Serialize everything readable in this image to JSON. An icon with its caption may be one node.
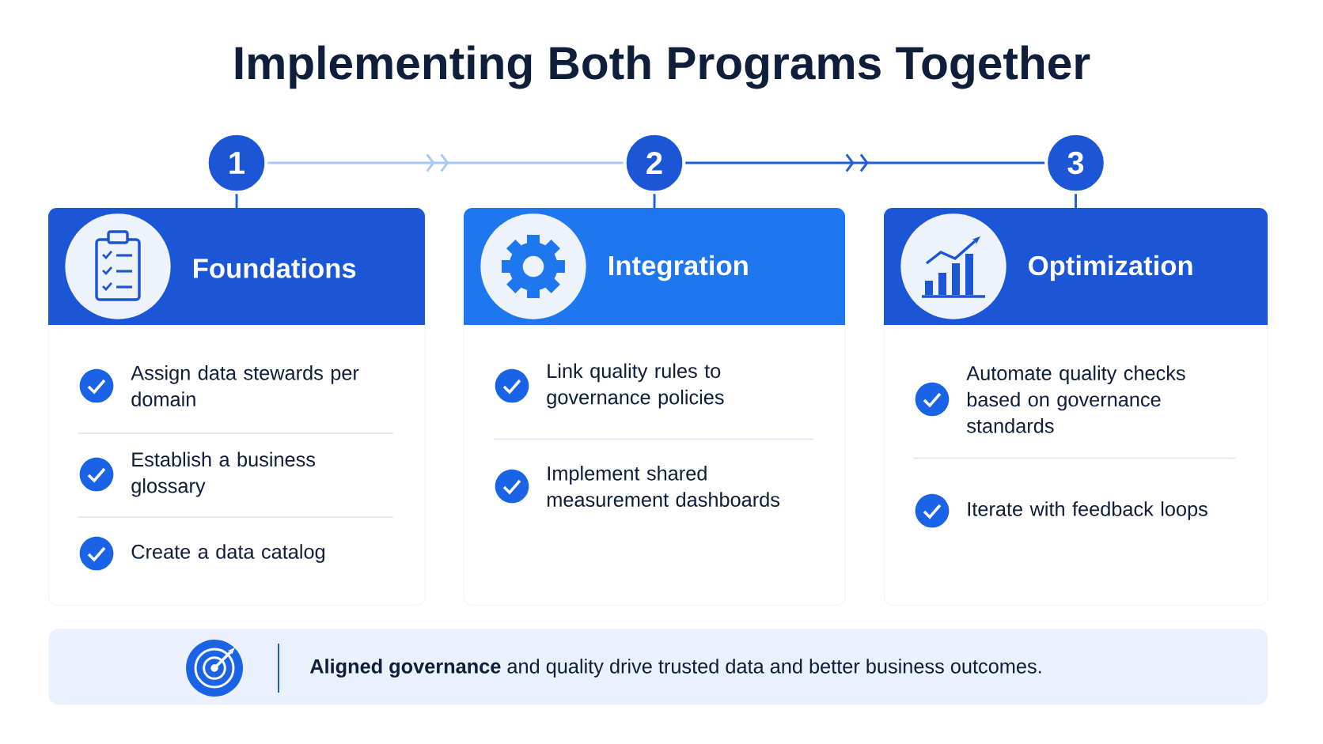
{
  "diagram": {
    "title": "Implementing Both Programs Together",
    "nodes": [
      {
        "text": [
          "1"
        ]
      },
      {
        "text": [
          "Foundations",
          "Assign data stewards per domain",
          "Establish a business glossary",
          "Create a data catalog"
        ]
      },
      {
        "text": [
          "2"
        ]
      },
      {
        "text": [
          "Integration",
          "Link quality rules to governance policies",
          "Implement shared measurement dashboards"
        ]
      },
      {
        "text": [
          "3"
        ]
      },
      {
        "text": [
          "Optimization",
          "Automate quality checks based on governance standards",
          "Iterate with feedback loops"
        ]
      },
      {
        "text": [
          "**Aligned governance** and quality drive trusted data and better business outcomes."
        ]
      }
    ],
    "edges": [
      {
        "from": 0,
        "to": 2,
        "arrow": "to",
        "color": "#a9c8f7"
      },
      {
        "from": 2,
        "to": 4,
        "arrow": "to"
      },
      {
        "from": 0,
        "to": 1,
        "arrow": "none"
      },
      {
        "from": 2,
        "to": 3,
        "arrow": "none"
      },
      {
        "from": 4,
        "to": 5,
        "arrow": "none"
      }
    ]
  }
}
